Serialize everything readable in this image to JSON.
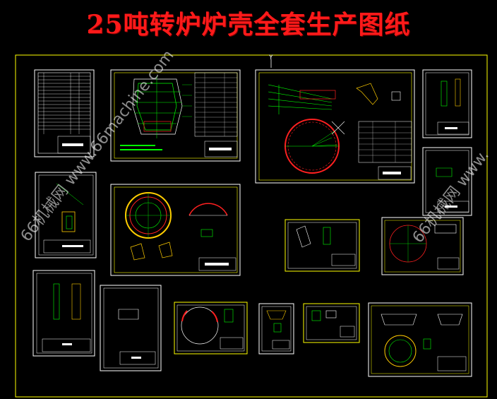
{
  "title": "25吨转炉炉壳全套生产图纸",
  "watermark": {
    "left": "66机械网 www.66machine.com",
    "right": "66机械网 www."
  },
  "cad": {
    "axis_label": "Y",
    "colors": {
      "frame": "#ffff00",
      "sheet": "#ffffff",
      "line": "#00ff00",
      "accent": "#ff2020",
      "cyan": "#00ffff",
      "background": "#000000"
    }
  }
}
